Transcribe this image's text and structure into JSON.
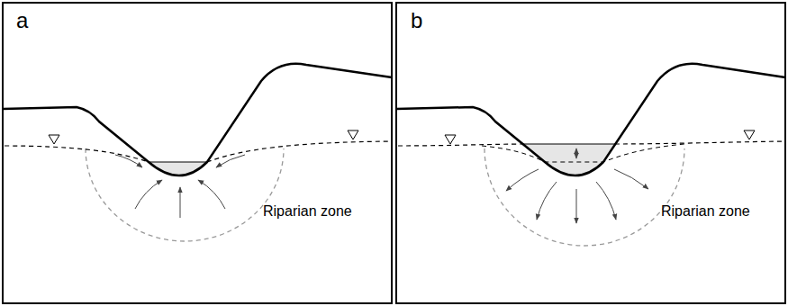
{
  "diagram": {
    "labels": [
      "a",
      "Riparian zone",
      "b",
      "Riparian zone"
    ]
  }
}
